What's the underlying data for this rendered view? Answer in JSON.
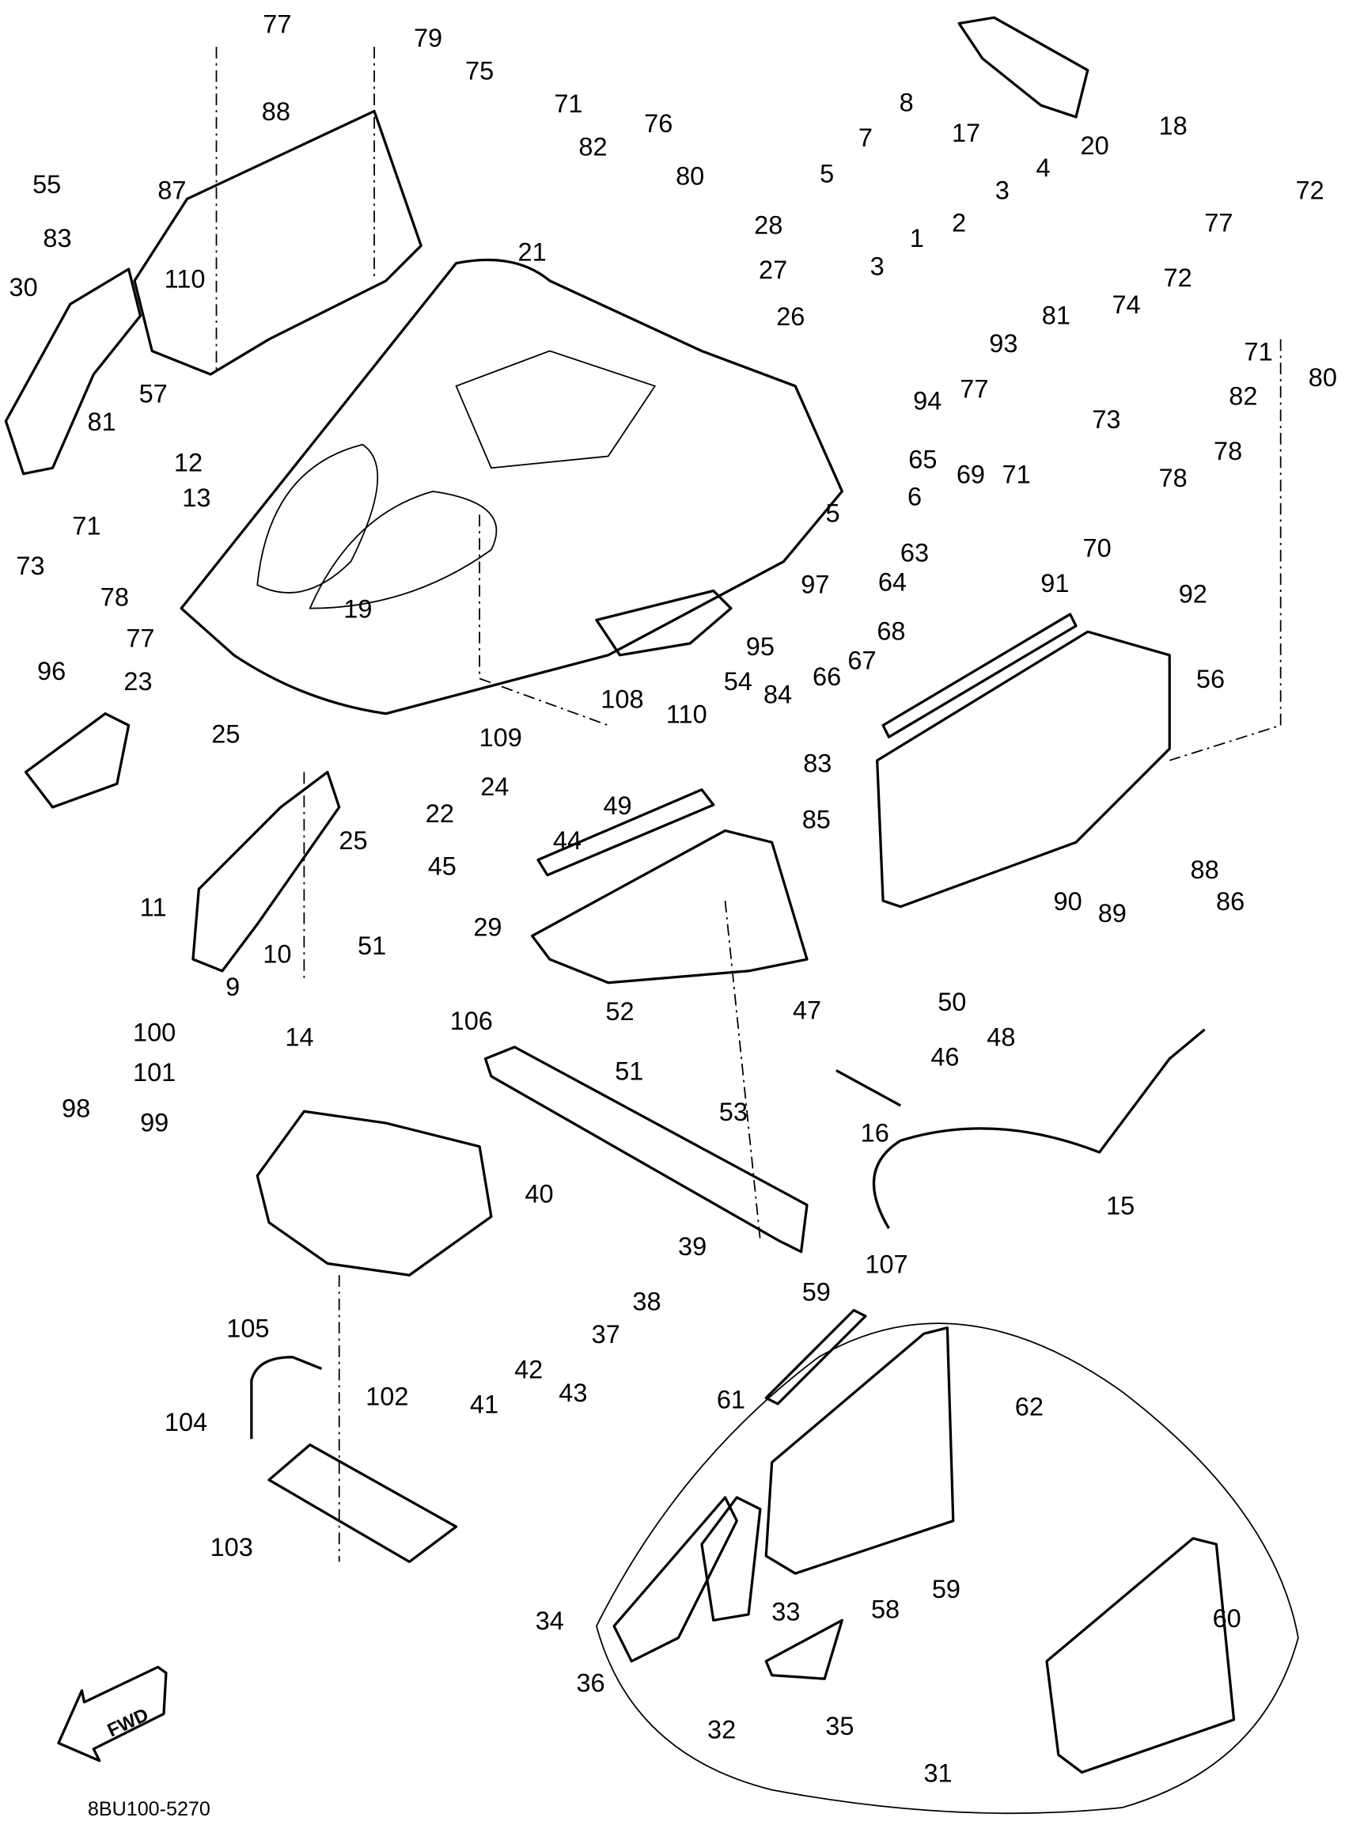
{
  "diagram": {
    "part_labels": [
      "77",
      "79",
      "88",
      "75",
      "71",
      "76",
      "82",
      "80",
      "8",
      "7",
      "5",
      "17",
      "20",
      "18",
      "55",
      "87",
      "83",
      "110",
      "30",
      "57",
      "28",
      "21",
      "27",
      "26",
      "3",
      "4",
      "2",
      "1",
      "3",
      "93",
      "94",
      "81",
      "74",
      "72",
      "72",
      "77",
      "71",
      "82",
      "80",
      "77",
      "73",
      "78",
      "71",
      "78",
      "6",
      "5",
      "65",
      "69",
      "70",
      "63",
      "64",
      "91",
      "92",
      "68",
      "67",
      "66",
      "97",
      "95",
      "56",
      "81",
      "12",
      "13",
      "73",
      "71",
      "78",
      "77",
      "19",
      "96",
      "23",
      "25",
      "25",
      "22",
      "24",
      "109",
      "108",
      "110",
      "54",
      "84",
      "83",
      "85",
      "49",
      "44",
      "45",
      "11",
      "9",
      "10",
      "51",
      "29",
      "88",
      "86",
      "90",
      "89",
      "47",
      "46",
      "50",
      "48",
      "100",
      "101",
      "98",
      "99",
      "14",
      "106",
      "52",
      "51",
      "53",
      "16",
      "15",
      "40",
      "39",
      "107",
      "38",
      "37",
      "42",
      "43",
      "41",
      "105",
      "102",
      "104",
      "103",
      "59",
      "61",
      "62",
      "59",
      "58",
      "33",
      "34",
      "36",
      "60",
      "35",
      "32",
      "31"
    ],
    "direction_arrow": "FWD",
    "diagram_code": "8BU100-5270",
    "line_color": "#000000",
    "background_color": "#ffffff"
  }
}
